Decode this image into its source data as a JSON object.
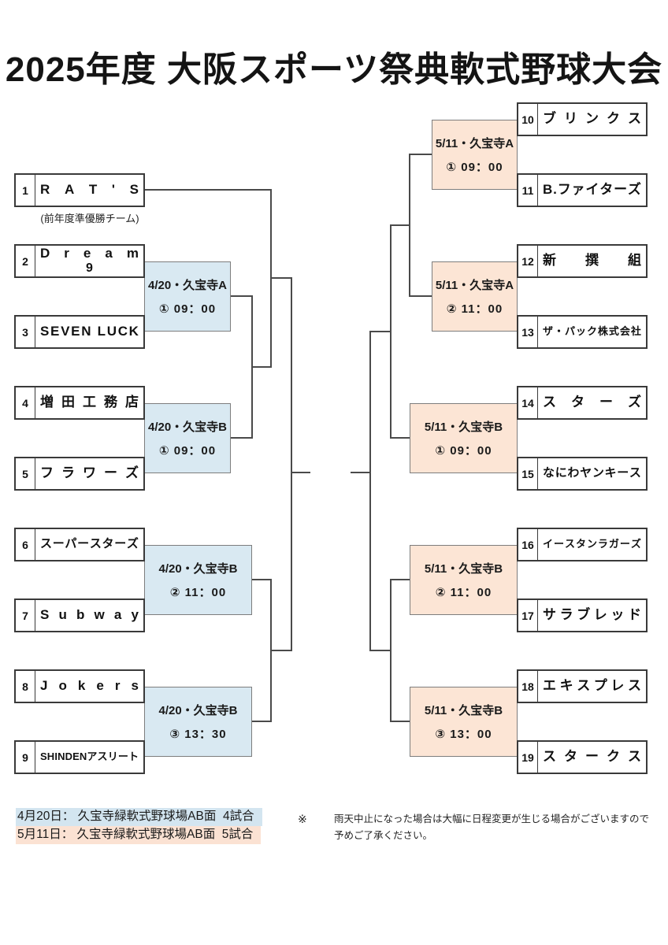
{
  "title": "2025年度 大阪スポーツ祭典軟式野球大会",
  "bracket": {
    "teams": [
      {
        "no": "1",
        "name": "RAT'S",
        "side": "left",
        "slot": 1,
        "note": "(前年度準優勝チーム)"
      },
      {
        "no": "2",
        "name": "Dream",
        "name2": "9",
        "side": "left",
        "slot": 2
      },
      {
        "no": "3",
        "name": "SEVEN LUCK",
        "side": "left",
        "slot": 3
      },
      {
        "no": "4",
        "name": "増田工務店",
        "side": "left",
        "slot": 4
      },
      {
        "no": "5",
        "name": "フラワーズ",
        "side": "left",
        "slot": 5
      },
      {
        "no": "6",
        "name": "スーパースターズ",
        "side": "left",
        "slot": 6
      },
      {
        "no": "7",
        "name": "Subway",
        "side": "left",
        "slot": 7
      },
      {
        "no": "8",
        "name": "Jokers",
        "side": "left",
        "slot": 8
      },
      {
        "no": "9",
        "name": "SHINDENアスリート",
        "side": "left",
        "slot": 9
      },
      {
        "no": "10",
        "name": "ブリンクス",
        "side": "right",
        "slot": 0
      },
      {
        "no": "11",
        "name": "B.ファイターズ",
        "side": "right",
        "slot": 1
      },
      {
        "no": "12",
        "name": "新撰組",
        "side": "right",
        "slot": 2
      },
      {
        "no": "13",
        "name": "ザ・パック株式会社",
        "side": "right",
        "slot": 3
      },
      {
        "no": "14",
        "name": "スターズ",
        "side": "right",
        "slot": 4
      },
      {
        "no": "15",
        "name": "なにわヤンキース",
        "side": "right",
        "slot": 5
      },
      {
        "no": "16",
        "name": "イースタンラガーズ",
        "side": "right",
        "slot": 6
      },
      {
        "no": "17",
        "name": "サラブレッド",
        "side": "right",
        "slot": 7
      },
      {
        "no": "18",
        "name": "エキスプレス",
        "side": "right",
        "slot": 8
      },
      {
        "no": "19",
        "name": "スタークス",
        "side": "right",
        "slot": 9
      }
    ],
    "matches": [
      {
        "id": "L-A1",
        "side": "left",
        "round": 1,
        "slots": [
          2,
          3
        ],
        "wide": false,
        "label": "4/20・久宝寺A",
        "time": "① 09：00"
      },
      {
        "id": "L-B1",
        "side": "left",
        "round": 1,
        "slots": [
          4,
          5
        ],
        "wide": false,
        "label": "4/20・久宝寺B",
        "time": "① 09：00"
      },
      {
        "id": "L-B2",
        "side": "left",
        "round": 1,
        "slots": [
          6,
          7
        ],
        "wide": true,
        "label": "4/20・久宝寺B",
        "time": "② 11：00"
      },
      {
        "id": "L-B3",
        "side": "left",
        "round": 1,
        "slots": [
          8,
          9
        ],
        "wide": true,
        "label": "4/20・久宝寺B",
        "time": "③ 13：30"
      },
      {
        "id": "R-A1",
        "side": "right",
        "round": 2,
        "slots": [
          0,
          1
        ],
        "wide": false,
        "label": "5/11・久宝寺A",
        "time": "① 09：00"
      },
      {
        "id": "R-A2",
        "side": "right",
        "round": 2,
        "slots": [
          2,
          3
        ],
        "wide": false,
        "label": "5/11・久宝寺A",
        "time": "② 11：00"
      },
      {
        "id": "R-B1",
        "side": "right",
        "round": 2,
        "slots": [
          4,
          5
        ],
        "wide": true,
        "label": "5/11・久宝寺B",
        "time": "① 09：00"
      },
      {
        "id": "R-B2",
        "side": "right",
        "round": 2,
        "slots": [
          6,
          7
        ],
        "wide": true,
        "label": "5/11・久宝寺B",
        "time": "② 11：00"
      },
      {
        "id": "R-B3",
        "side": "right",
        "round": 2,
        "slots": [
          8,
          9
        ],
        "wide": true,
        "label": "5/11・久宝寺B",
        "time": "③ 13：00"
      }
    ]
  },
  "legend": {
    "items": [
      {
        "text": "4月20日： 久宝寺緑軟式野球場AB面  4試合",
        "color": "#d3e5f0"
      },
      {
        "text": "5月11日： 久宝寺緑軟式野球場AB面  5試合",
        "color": "#fbe2d3"
      }
    ]
  },
  "note": {
    "marker": "※",
    "lines": [
      "雨天中止になった場合は大幅に日程変更が生じる場合がございますので",
      "予めご了承ください。"
    ]
  },
  "colors": {
    "first_round_fill": "#d9e9f2",
    "second_round_fill": "#fce5d5",
    "line": "#4a4a4a",
    "box_border": "#3a3a3a"
  }
}
